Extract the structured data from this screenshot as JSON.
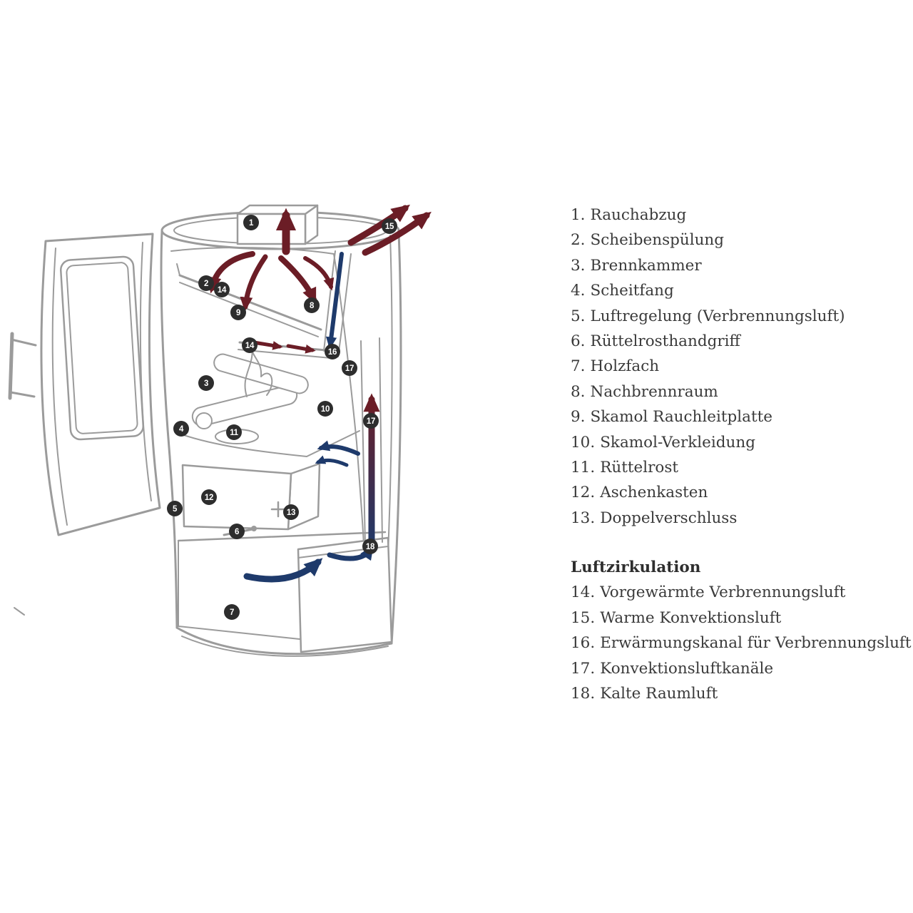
{
  "legend": {
    "parts_items": [
      {
        "num": "1.",
        "label": "Rauchabzug"
      },
      {
        "num": "2.",
        "label": "Scheibenspülung"
      },
      {
        "num": "3.",
        "label": "Brennkammer"
      },
      {
        "num": "4.",
        "label": "Scheitfang"
      },
      {
        "num": "5.",
        "label": "Luftregelung (Verbrennungsluft)"
      },
      {
        "num": "6.",
        "label": "Rüttelrosthandgriff"
      },
      {
        "num": "7.",
        "label": "Holzfach"
      },
      {
        "num": "8.",
        "label": "Nachbrennraum"
      },
      {
        "num": "9.",
        "label": "Skamol Rauchleitplatte"
      },
      {
        "num": "10.",
        "label": "Skamol-Verkleidung"
      },
      {
        "num": "11.",
        "label": "Rüttelrost"
      },
      {
        "num": "12.",
        "label": "Aschenkasten"
      },
      {
        "num": "13.",
        "label": "Doppelverschluss"
      }
    ],
    "section_heading": "Luftzirkulation",
    "air_items": [
      {
        "num": "14.",
        "label": "Vorgewärmte Verbrennungsluft"
      },
      {
        "num": "15.",
        "label": "Warme Konvektionsluft"
      },
      {
        "num": "16.",
        "label": "Erwärmungskanal für Verbrennungsluft"
      },
      {
        "num": "17.",
        "label": "Konvektionsluftkanäle"
      },
      {
        "num": "18.",
        "label": "Kalte Raumluft"
      }
    ]
  },
  "diagram": {
    "markers": [
      {
        "id": "1"
      },
      {
        "id": "15"
      },
      {
        "id": "2"
      },
      {
        "id": "14"
      },
      {
        "id": "9"
      },
      {
        "id": "8"
      },
      {
        "id": "14"
      },
      {
        "id": "16"
      },
      {
        "id": "17"
      },
      {
        "id": "3"
      },
      {
        "id": "10"
      },
      {
        "id": "17"
      },
      {
        "id": "4"
      },
      {
        "id": "11"
      },
      {
        "id": "12"
      },
      {
        "id": "13"
      },
      {
        "id": "5"
      },
      {
        "id": "6"
      },
      {
        "id": "18"
      },
      {
        "id": "7"
      }
    ],
    "colors": {
      "smoke_arrow": "#6b1d26",
      "air_arrow": "#1e3a6b",
      "outline": "#9b9b9b",
      "marker_bg": "#2d2d2d",
      "marker_text": "#ffffff"
    }
  }
}
